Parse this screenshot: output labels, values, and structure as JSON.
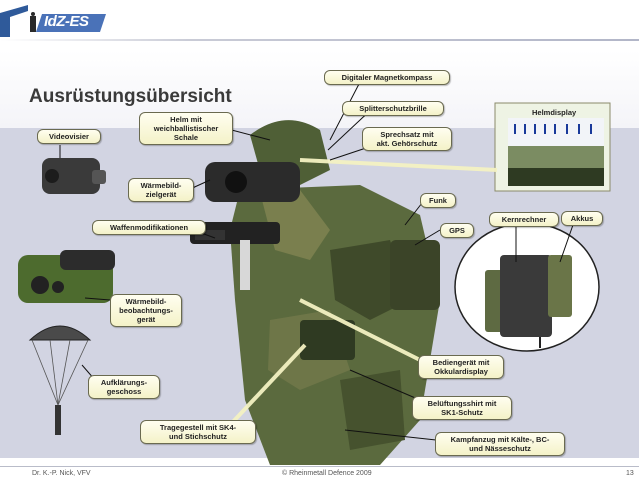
{
  "header": {
    "logo_text": "IdZ-ES"
  },
  "slide": {
    "title": "Ausrüstungsübersicht"
  },
  "callouts": {
    "magnetkompass": "Digitaler Magnetkompass",
    "splitterschutzbrille": "Splitterschutzbrille",
    "helm": "Helm mit\nweichballistischer\nSchale",
    "sprechsatz": "Sprechsatz mit\nakt. Gehörschutz",
    "helmdisplay": "Helmdisplay",
    "videovisier": "Videovisier",
    "waermebild_zielgeraet": "Wärmebild-\nzielgerät",
    "funk": "Funk",
    "gps": "GPS",
    "kernrechner": "Kernrechner",
    "akkus": "Akkus",
    "waffenmodifikationen": "Waffenmodifikationen",
    "waermebild_beobachtung": "Wärmebild-\nbeobachtungs-\ngerät",
    "aufklaerungsgeschoss": "Aufklärungs-\ngeschoss",
    "bediengeraet": "Bediengerät mit\nOkkulardisplay",
    "belueftungsshirt": "Belüftungsshirt mit\nSK1-Schutz",
    "tragegestell": "Tragegestell mit SK4-\nund Stichschutz",
    "kampfanzug": "Kampfanzug mit Kälte-, BC-\nund Nässeschutz"
  },
  "footer": {
    "author": "Dr. K.-P. Nick, VFV",
    "copyright": "© Rheinmetall Defence 2009",
    "page": "13"
  },
  "colors": {
    "band": "#d2d4e2",
    "callout_fill": "#f8f6d8",
    "camo": "#5b6a3e",
    "logo_blue": "#3a5a9c"
  }
}
